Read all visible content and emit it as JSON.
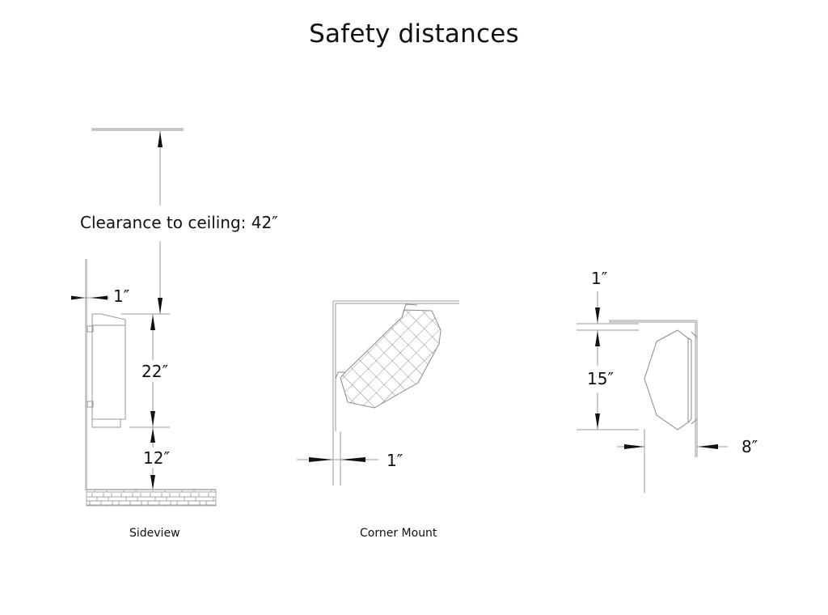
{
  "title": "Safety distances",
  "colors": {
    "line": "#9a9a9a",
    "ink": "#111111",
    "ceiling": "#c8c8c8",
    "background": "#ffffff"
  },
  "sideview": {
    "caption": "Sideview",
    "ceiling_clearance_label": "Clearance to ceiling: 42″",
    "wall_gap_label": "1″",
    "heater_height_label": "22″",
    "floor_clearance_label": "12″"
  },
  "corner_mount": {
    "caption": "Corner Mount",
    "wall_gap_label": "1″"
  },
  "top_view": {
    "ceiling_gap_label": "1″",
    "heater_height_label": "15″",
    "depth_label": "8″"
  }
}
